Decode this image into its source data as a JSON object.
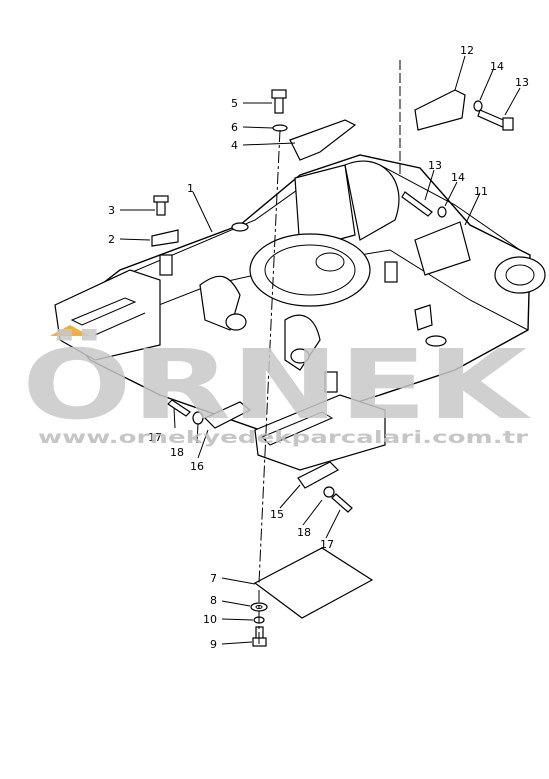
{
  "watermark": {
    "brand": "ÖRNEK",
    "url": "www.ornekyedekparcalari.com.tr",
    "colors": {
      "gray": "#c8c8c8",
      "accent": "#f0a020"
    }
  },
  "callouts": [
    "1",
    "2",
    "3",
    "4",
    "5",
    "6",
    "7",
    "8",
    "9",
    "10",
    "11",
    "12",
    "13",
    "13",
    "14",
    "14",
    "15",
    "16",
    "17",
    "17",
    "18",
    "18"
  ]
}
